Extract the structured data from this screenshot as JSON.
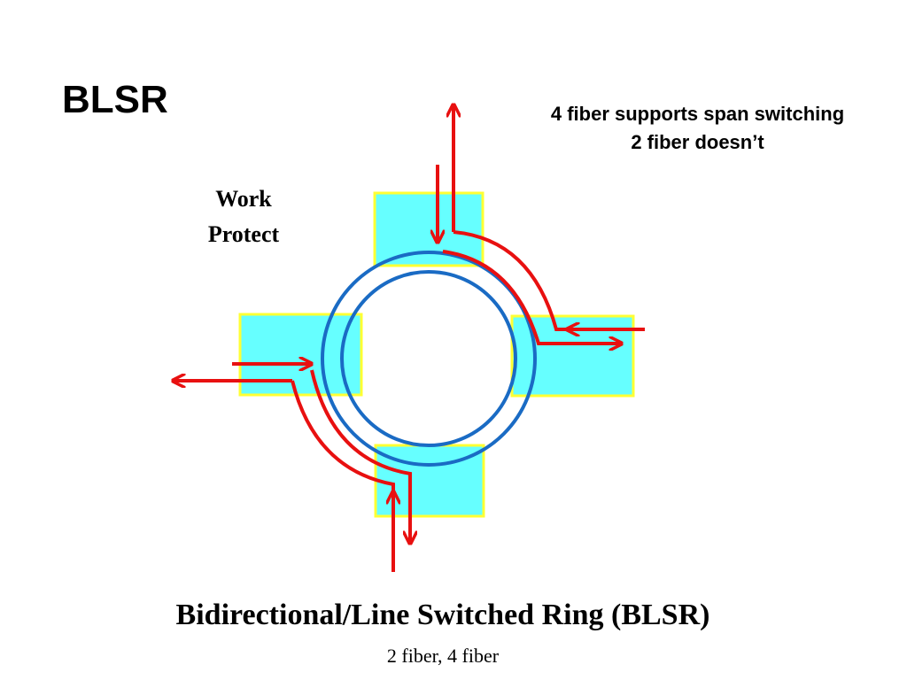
{
  "slide": {
    "title": "BLSR",
    "note_line1": "4 fiber supports span switching",
    "note_line2": "2 fiber doesn’t",
    "legend_work": "Work",
    "legend_protect": "Protect",
    "caption": "Bidirectional/Line Switched Ring (BLSR)",
    "subcaption": "2 fiber, 4 fiber"
  },
  "colors": {
    "node_fill": "#66ffff",
    "node_border": "#ffff33",
    "ring": "#1a6bc4",
    "traffic": "#e81010"
  },
  "icons": {
    "node": "square-node",
    "ring": "double-ring",
    "traffic": "red-arrow"
  }
}
